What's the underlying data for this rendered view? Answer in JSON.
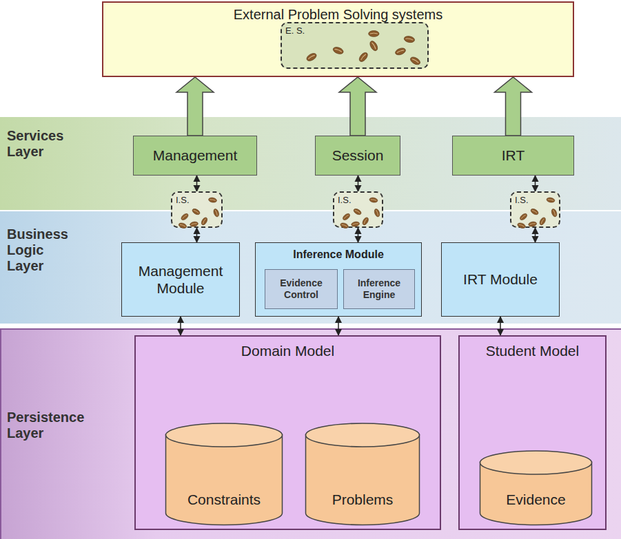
{
  "diagram": {
    "nodes": [
      {
        "text": [
          "External Problem Solving systems"
        ]
      },
      {
        "text": [
          "E. S."
        ],
        "in": 0
      },
      {
        "text": [
          "Services Layer"
        ]
      },
      {
        "text": [
          "Management"
        ],
        "in": 2
      },
      {
        "text": [
          "Session"
        ],
        "in": 2
      },
      {
        "text": [
          "IRT"
        ],
        "in": 2
      },
      {
        "text": [
          "I.S."
        ]
      },
      {
        "text": [
          "I.S."
        ]
      },
      {
        "text": [
          "I.S."
        ]
      },
      {
        "text": [
          "Business Logic Layer"
        ]
      },
      {
        "text": [
          "Management Module"
        ],
        "in": 9
      },
      {
        "text": [
          "Inference Module"
        ],
        "in": 9
      },
      {
        "text": [
          "Evidence Control"
        ],
        "in": 11
      },
      {
        "text": [
          "Inference Engine"
        ],
        "in": 11
      },
      {
        "text": [
          "IRT Module"
        ],
        "in": 9
      },
      {
        "text": [
          "Persistence Layer"
        ]
      },
      {
        "text": [
          "Domain Model"
        ],
        "in": 15
      },
      {
        "text": [
          "Constraints"
        ],
        "in": 16
      },
      {
        "text": [
          "Problems"
        ],
        "in": 16
      },
      {
        "text": [
          "Student Model"
        ],
        "in": 15
      },
      {
        "text": [
          "Evidence"
        ],
        "in": 19
      }
    ],
    "edges": [
      {
        "from": 3,
        "to": 0,
        "arrow": "to"
      },
      {
        "from": 4,
        "to": 0,
        "arrow": "to"
      },
      {
        "from": 5,
        "to": 0,
        "arrow": "to"
      },
      {
        "from": 6,
        "to": 3,
        "arrow": "both"
      },
      {
        "from": 7,
        "to": 4,
        "arrow": "both"
      },
      {
        "from": 8,
        "to": 5,
        "arrow": "both"
      },
      {
        "from": 6,
        "to": 10,
        "arrow": "both"
      },
      {
        "from": 7,
        "to": 11,
        "arrow": "both"
      },
      {
        "from": 8,
        "to": 14,
        "arrow": "both"
      },
      {
        "from": 10,
        "to": 16,
        "arrow": "both"
      },
      {
        "from": 11,
        "to": 16,
        "arrow": "both"
      },
      {
        "from": 14,
        "to": 19,
        "arrow": "both"
      }
    ]
  }
}
